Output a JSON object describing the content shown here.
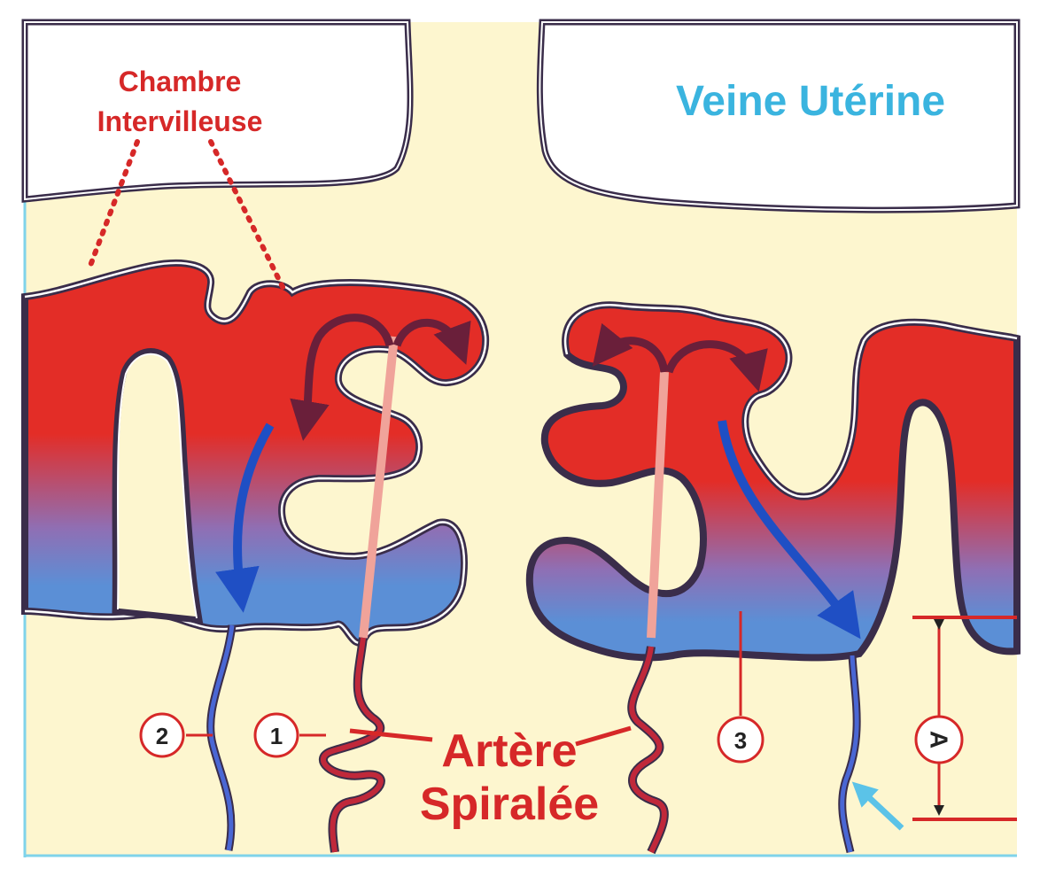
{
  "labels": {
    "intervillous_chamber_line1": "Chambre",
    "intervillous_chamber_line2": "Intervilleuse",
    "uterine_vein": "Veine Utérine",
    "spiral_artery_line1": "Artère",
    "spiral_artery_line2": "Spiralée"
  },
  "markers": {
    "m1": "1",
    "m2": "2",
    "m3": "3",
    "mA": "A"
  },
  "colors": {
    "background": "#fdf6cf",
    "arterial_red": "#e32d27",
    "venous_blue": "#5b8fd6",
    "outline": "#3a2d4a",
    "label_red": "#d62828",
    "label_blue": "#3ab4df",
    "frame_cyan": "#7fd3ea"
  }
}
